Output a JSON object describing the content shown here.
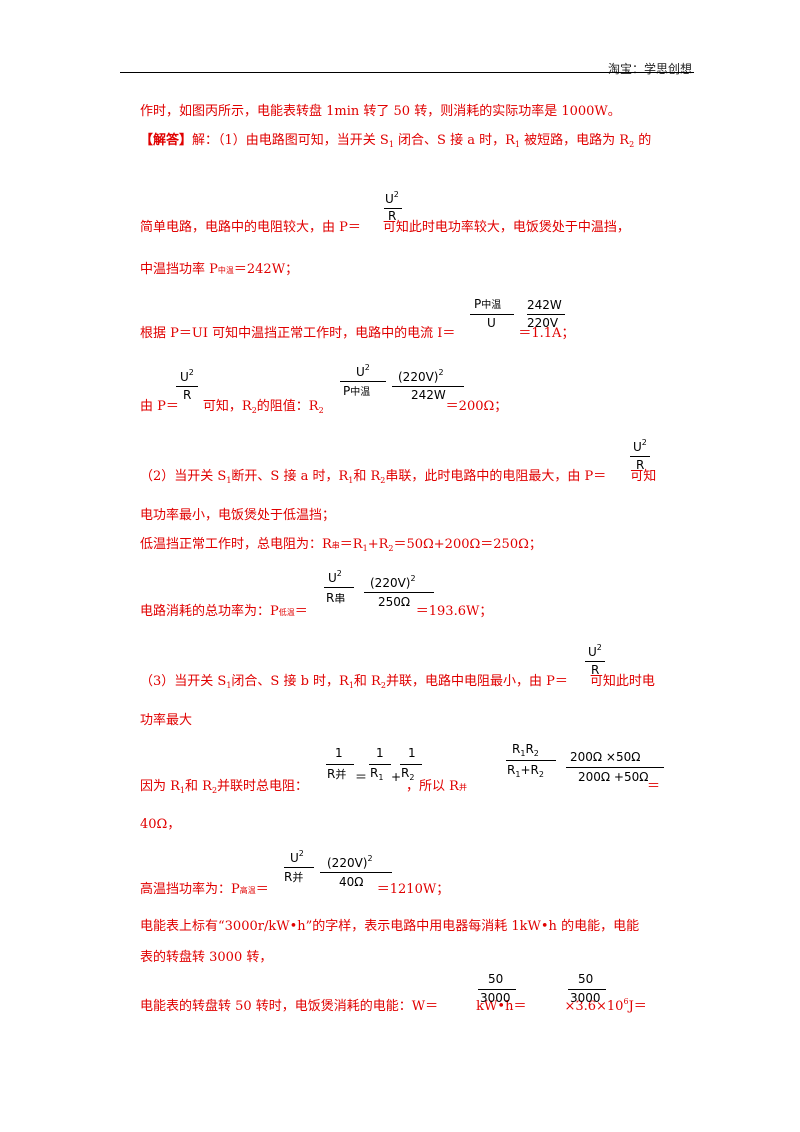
{
  "header": {
    "brand": "淘宝：学思创想"
  },
  "solution": {
    "line1": "作时，如图丙所示，电能表转盘 1min 转了 50 转，则消耗的实际功率是 1000W。",
    "answer_tag": "【解答】",
    "line2a": "解：（1）由电路图可知，当开关 S",
    "s1": "1",
    "line2b": " 闭合、S 接 a 时，R",
    "line2c": " 被短路，电路为 R",
    "r2": "2",
    "line2d": " 的",
    "line3a": "简单电路，电路中的电阻较大，由 P＝",
    "line3b": "可知此时电功率较大，电饭煲处于中温挡，",
    "line4a": "中温挡功率 P",
    "sub_mid": "中温",
    "line4b": "＝242W；",
    "line5a": "根据 P＝UI 可知中温挡正常工作时，电路中的电流 I＝",
    "line5b": "＝1.1A；",
    "line6a": "由 P＝",
    "line6b": "可知，R",
    "line6c": "的阻值：R",
    "line6d": "＝200Ω；",
    "line7a": "（2）当开关 S",
    "line7b": "断开、S 接 a 时，R",
    "line7c": "和 R",
    "line7d": "串联，此时电路中的电阻最大，由 P＝",
    "line7e": "可知",
    "line8": "电功率最小，电饭煲处于低温挡；",
    "line9a": "低温挡正常工作时，总电阻为：R",
    "sub_series": "串",
    "line9b": "＝R",
    "line9c": "+R",
    "line9d": "＝50Ω+200Ω＝250Ω；",
    "line10a": "电路消耗的总功率为：P",
    "sub_low": "低温",
    "line10b": "＝193.6W；",
    "line11a": "（3）当开关 S",
    "line11b": "闭合、S 接 b 时，R",
    "line11c": "和 R",
    "line11d": "并联，电路中电阻最小，由 P＝",
    "line11e": "可知此时电",
    "line12": "功率最大",
    "line13a": "因为 R",
    "line13b": "和 R",
    "line13c": "并联时总电阻：",
    "line13d": "，所以 R",
    "sub_par": "并",
    "line14": "40Ω，",
    "line15a": "高温挡功率为：P",
    "sub_high": "高温",
    "line15b": "＝1210W；",
    "line16": "电能表上标有“3000r/kW•h”的字样，表示电路中用电器每消耗 1kW•h 的电能，电能",
    "line17": "表的转盘转 3000 转，",
    "line18a": "电能表的转盘转 50 转时，电饭煲消耗的电能：W＝",
    "line18b": "kW•h＝",
    "line18c": "×3.6×10",
    "exp6": "6",
    "line18d": "J＝"
  },
  "formulas": {
    "U": "U",
    "two": "2",
    "R": "R",
    "P": "P",
    "mid": "中温",
    "f242": "242W",
    "f220": "220V",
    "sq220": "(220V)",
    "eq": "＝",
    "one": "1",
    "R1": "R",
    "n1": "1",
    "n2": "2",
    "plus": "+",
    "series": "串",
    "par": "并",
    "den250": "250Ω",
    "den40": "40Ω",
    "num200x50": "200Ω ×50Ω",
    "den200p50": "200Ω +50Ω",
    "n50": "50",
    "n3000": "3000"
  }
}
